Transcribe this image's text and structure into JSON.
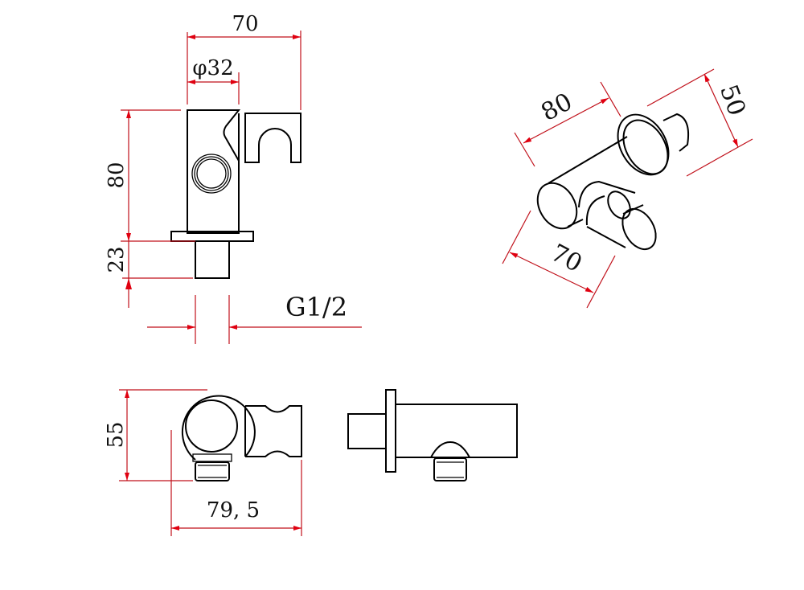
{
  "drawing": {
    "front_view": {
      "width_label": "70",
      "diameter_label": "φ32",
      "height_label": "80",
      "stem_label": "23",
      "thread_label": "G1/2"
    },
    "bottom_view": {
      "depth_label": "55",
      "length_label": "79, 5"
    },
    "iso_view": {
      "length_label": "80",
      "depth_label": "50",
      "width_label": "70"
    },
    "colors": {
      "line": "#000000",
      "dimension": "#c0101a",
      "arrow": "#e00010"
    }
  }
}
